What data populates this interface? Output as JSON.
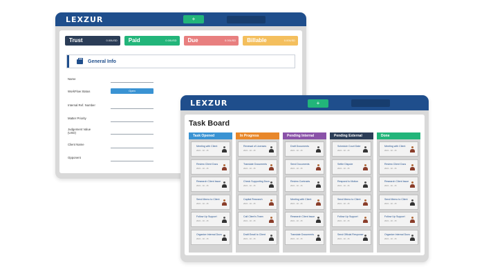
{
  "window1": {
    "logo": "LEXZUR",
    "add_label": "+",
    "cards": [
      {
        "title": "Trust",
        "value": "0.00USD",
        "color": "#2b3d57"
      },
      {
        "title": "Paid",
        "value": "0.00USD",
        "color": "#22b57a"
      },
      {
        "title": "Due",
        "value": "0.00USD",
        "color": "#e87f7f"
      },
      {
        "title": "Billable",
        "value": "0.00USD",
        "color": "#f4bf5d"
      }
    ],
    "section_title": "General Info",
    "fields": [
      {
        "label": "Name"
      },
      {
        "label": "WorkFlow Status",
        "value": "Open"
      },
      {
        "label": "Internal Ref. Number"
      },
      {
        "label": "Matter Priority"
      },
      {
        "label": "Judgement Value (USD)"
      },
      {
        "label": "Client Name"
      },
      {
        "label": "Opponent"
      }
    ]
  },
  "window2": {
    "logo": "LEXZUR",
    "add_label": "+",
    "title": "Task Board",
    "columns": [
      {
        "name": "Task Opened",
        "color": "#3a93d3",
        "tasks": [
          [
            "Meeting with Client",
            "2021 - 10 - 15",
            "m"
          ],
          [
            "Review Client Docs",
            "2021 - 10 - 15",
            "f"
          ],
          [
            "Research Client Issue",
            "2021 - 10 - 15",
            "m"
          ],
          [
            "Send Memo to Client",
            "2021 - 10 - 15",
            "f"
          ],
          [
            "Follow Up Support",
            "2021 - 10 - 15",
            "m"
          ],
          [
            "Organize Internal Docs",
            "2021 - 10 - 15",
            "m"
          ]
        ]
      },
      {
        "name": "In Progress",
        "color": "#e8872a",
        "tasks": [
          [
            "Renewal of Licenses",
            "2021 - 10 - 15",
            "m"
          ],
          [
            "Translate Documents",
            "2021 - 10 - 15",
            "f"
          ],
          [
            "Check Supporting Docs",
            "2021 - 10 - 15",
            "m"
          ],
          [
            "Capital Research",
            "2021 - 10 - 15",
            "f"
          ],
          [
            "Call Client's Team",
            "2021 - 10 - 15",
            "f"
          ],
          [
            "Draft Email to Client",
            "2021 - 10 - 15",
            "m"
          ]
        ]
      },
      {
        "name": "Pending Internal",
        "color": "#8a52a8",
        "tasks": [
          [
            "Draft Documents",
            "2021 - 10 - 15",
            "m"
          ],
          [
            "Send Documents",
            "2021 - 10 - 15",
            "f"
          ],
          [
            "Review Contracts",
            "2021 - 10 - 15",
            "m"
          ],
          [
            "Meeting with Client",
            "2021 - 10 - 15",
            "f"
          ],
          [
            "Research Client Issue",
            "2021 - 10 - 15",
            "m"
          ],
          [
            "Translate Documents",
            "2021 - 10 - 15",
            "m"
          ]
        ]
      },
      {
        "name": "Pending External",
        "color": "#2b3d57",
        "tasks": [
          [
            "Schedule Court Date",
            "2021 - 10 - 15",
            "m"
          ],
          [
            "Settle Dispute",
            "2021 - 10 - 15",
            "f"
          ],
          [
            "Respond to Motion",
            "2021 - 10 - 15",
            "m"
          ],
          [
            "Send Memo to Client",
            "2021 - 10 - 15",
            "f"
          ],
          [
            "Follow Up Support",
            "2021 - 10 - 15",
            "f"
          ],
          [
            "Send Official Response",
            "2021 - 10 - 15",
            "m"
          ]
        ]
      },
      {
        "name": "Done",
        "color": "#22b57a",
        "tasks": [
          [
            "Meeting with Client",
            "2021 - 10 - 15",
            "f"
          ],
          [
            "Review Client Docs",
            "2021 - 10 - 15",
            "f"
          ],
          [
            "Research Client Issue",
            "2021 - 10 - 15",
            "f"
          ],
          [
            "Send Memo to Client",
            "2021 - 10 - 15",
            "m"
          ],
          [
            "Follow Up Support",
            "2021 - 10 - 15",
            "f"
          ],
          [
            "Organize Internal Docs",
            "2021 - 10 - 15",
            "m"
          ]
        ]
      }
    ]
  }
}
